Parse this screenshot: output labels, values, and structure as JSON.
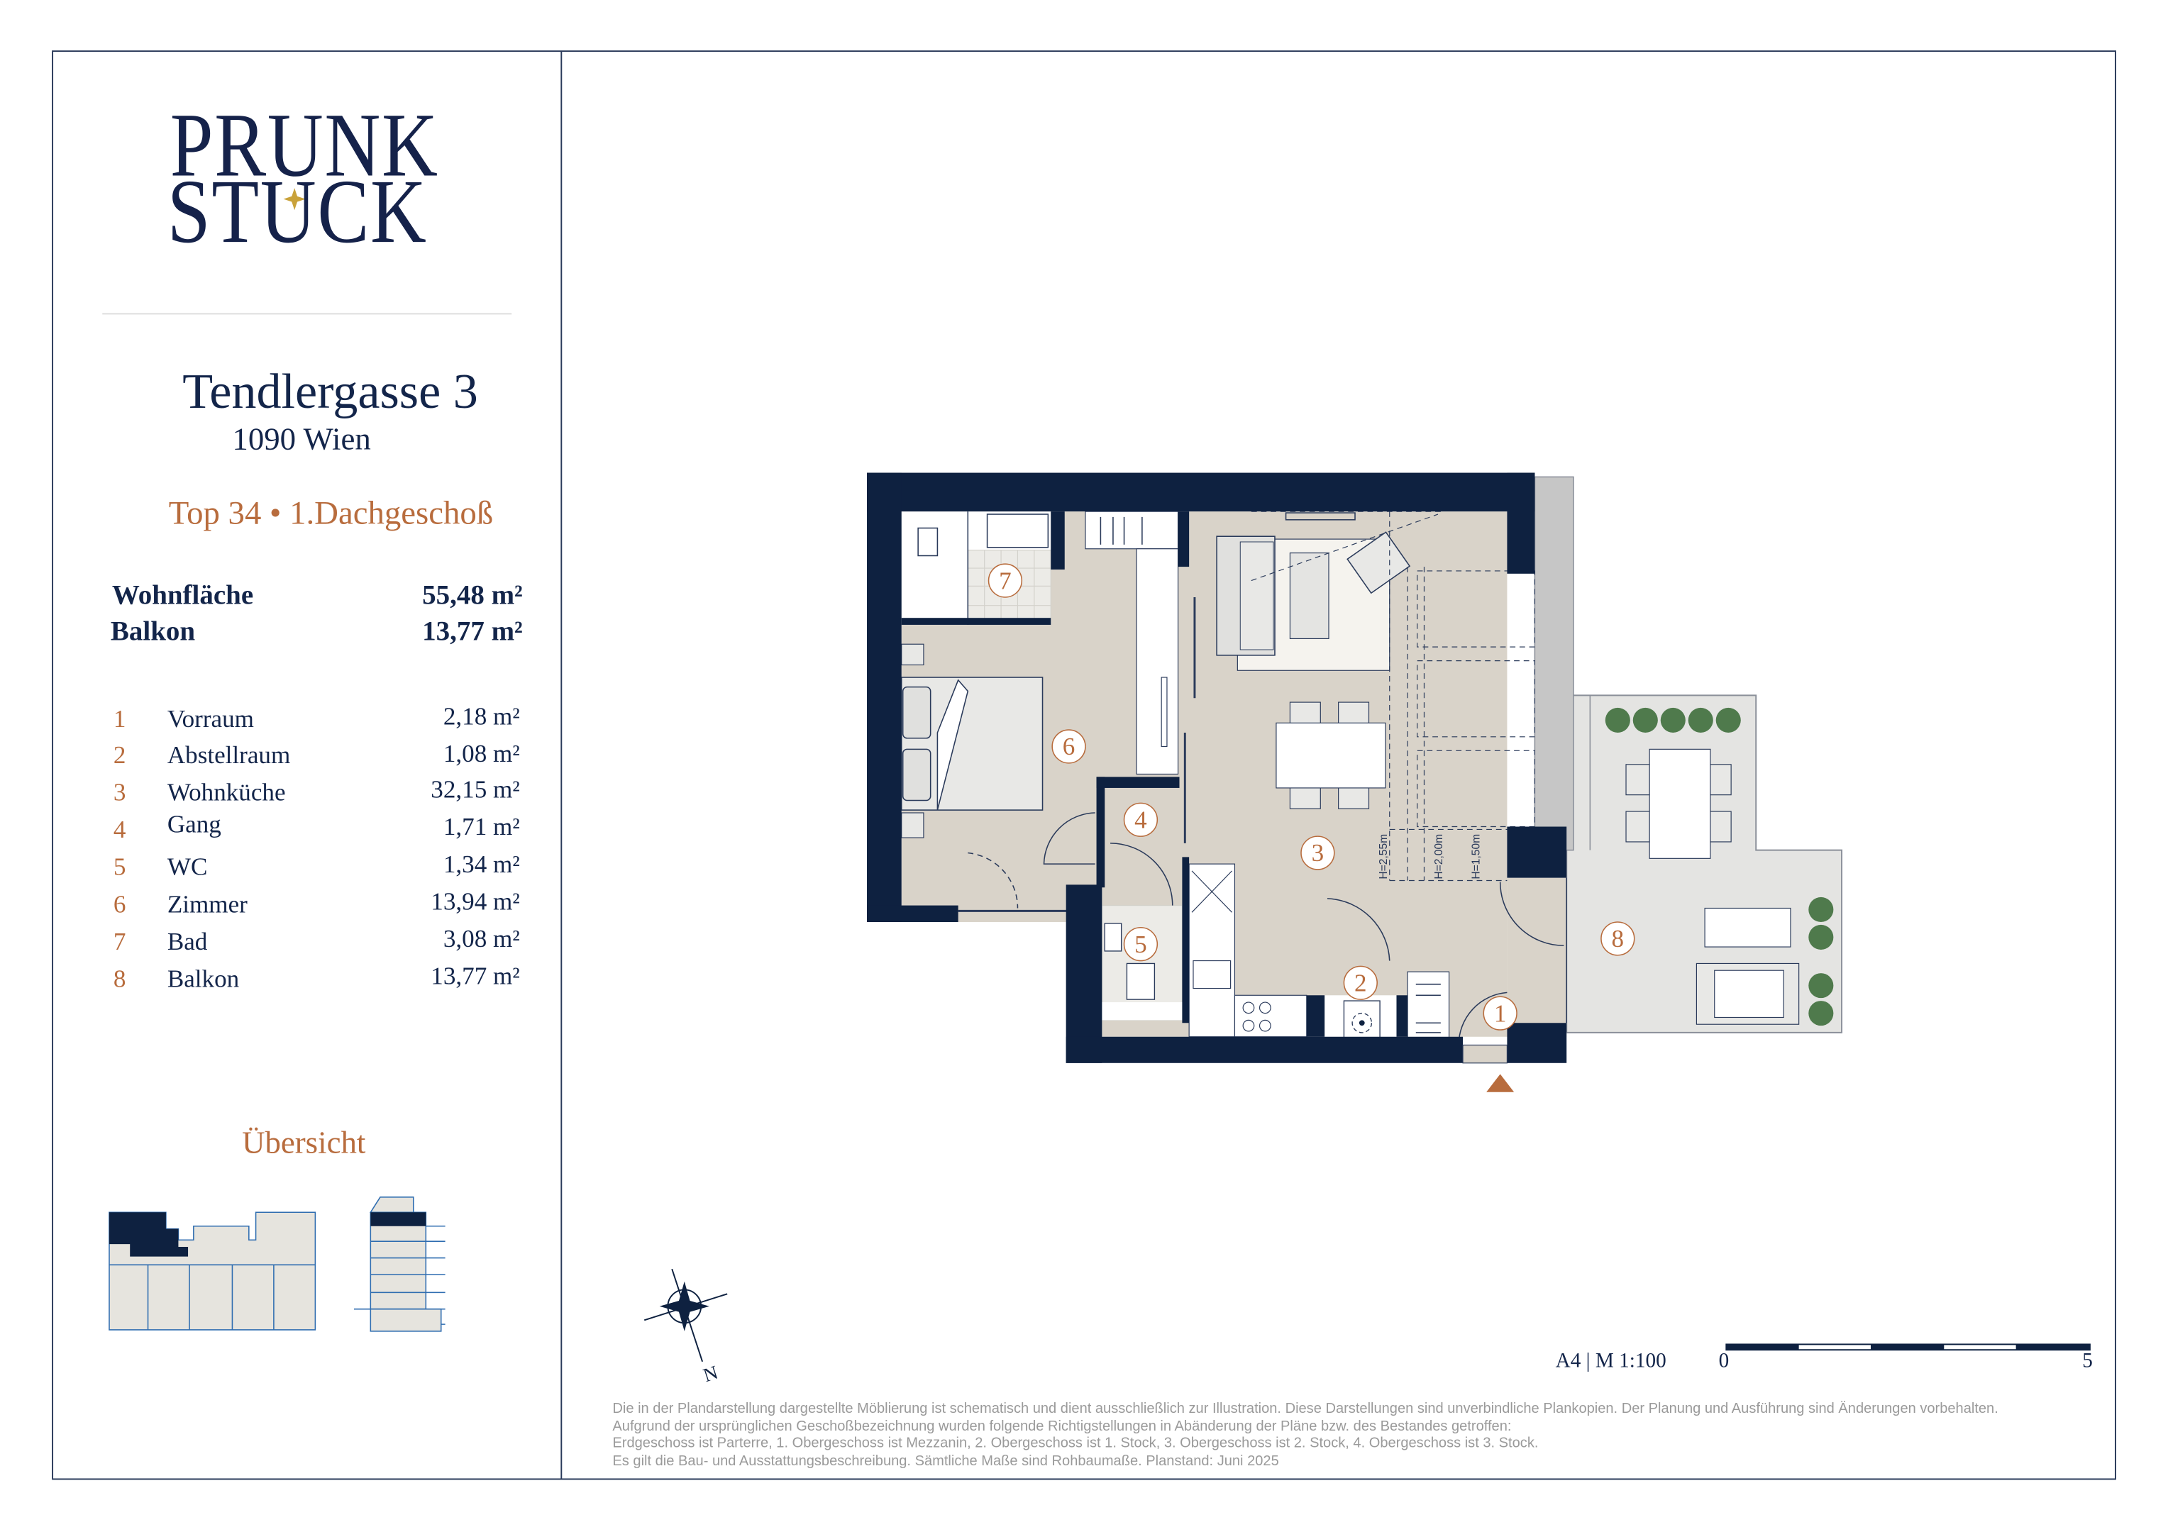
{
  "logo": {
    "line1": "PRUNK",
    "line2": "STUCK"
  },
  "address": {
    "street": "Tendlergasse 3",
    "city": "1090 Wien"
  },
  "unit": "Top 34 • 1.Dachgeschoß",
  "summary": [
    {
      "label": "Wohnfläche",
      "value": "55,48 m²"
    },
    {
      "label": "Balkon",
      "value": "13,77 m²"
    }
  ],
  "rooms": [
    {
      "no": "1",
      "name": "Vorraum",
      "area": "2,18 m²"
    },
    {
      "no": "2",
      "name": "Abstellraum",
      "area": "1,08 m²"
    },
    {
      "no": "3",
      "name": "Wohnküche",
      "area": "32,15 m²"
    },
    {
      "no": "4",
      "name": "Gang",
      "area": "1,71 m²"
    },
    {
      "no": "5",
      "name": "WC",
      "area": "1,34 m²"
    },
    {
      "no": "6",
      "name": "Zimmer",
      "area": "13,94 m²"
    },
    {
      "no": "7",
      "name": "Bad",
      "area": "3,08 m²"
    },
    {
      "no": "8",
      "name": "Balkon",
      "area": "13,77 m²"
    }
  ],
  "overview_title": "Übersicht",
  "plan": {
    "heights": [
      "H=2,55m",
      "H=2,00m",
      "H=1,50m"
    ]
  },
  "compass": {
    "north": "N"
  },
  "scale": {
    "label": "A4 | M 1:100",
    "start": "0",
    "end": "5"
  },
  "disclaimer": [
    "Die in der Plandarstellung dargestellte Möblierung ist schematisch und dient ausschließlich zur Illustration. Diese Darstellungen sind unverbindliche Plankopien. Der Planung und Ausführung sind Änderungen vorbehalten.",
    "Aufgrund der ursprünglichen Geschoßbezeichnung wurden folgende Richtigstellungen in Abänderung der Pläne bzw. des Bestandes getroffen:",
    "Erdgeschoss ist Parterre, 1. Obergeschoss ist Mezzanin, 2. Obergeschoss ist 1. Stock, 3. Obergeschoss ist 2. Stock, 4. Obergeschoss ist 3. Stock.",
    "Es gilt die Bau- und Ausstattungsbeschreibung. Sämtliche Maße sind Rohbaumaße. Planstand: Juni 2025"
  ],
  "colors": {
    "navy": "#0e2140",
    "accent": "#b86c3d",
    "floor": "#d9d3c9",
    "balcony": "#e4e4e2",
    "gold": "#c9a23a"
  }
}
